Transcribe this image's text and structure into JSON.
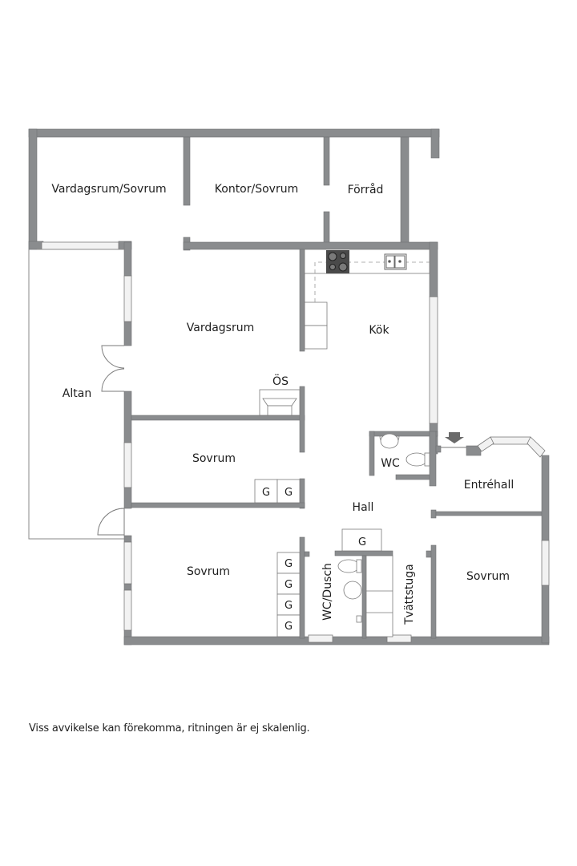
{
  "colors": {
    "wall": "#8a8c8e",
    "wall_stroke": "#6f7173",
    "line": "#7a7a7a",
    "window": "#e9e9e9",
    "stove": "#4a4a4a",
    "text": "#1e1e1e"
  },
  "rooms": [
    {
      "id": "vardagsrum-sovrum",
      "label": "Vardagsrum/Sovrum"
    },
    {
      "id": "kontor-sovrum",
      "label": "Kontor/Sovrum"
    },
    {
      "id": "forrad",
      "label": "Förråd"
    },
    {
      "id": "vardagsrum",
      "label": "Vardagsrum"
    },
    {
      "id": "kok",
      "label": "Kök"
    },
    {
      "id": "altan",
      "label": "Altan"
    },
    {
      "id": "os",
      "label": "ÖS"
    },
    {
      "id": "sovrum-1",
      "label": "Sovrum"
    },
    {
      "id": "wc",
      "label": "WC"
    },
    {
      "id": "entrehall",
      "label": "Entréhall"
    },
    {
      "id": "hall",
      "label": "Hall"
    },
    {
      "id": "sovrum-2",
      "label": "Sovrum"
    },
    {
      "id": "wc-dusch",
      "label": "WC/Dusch"
    },
    {
      "id": "tvattstuga",
      "label": "Tvättstuga"
    },
    {
      "id": "sovrum-3",
      "label": "Sovrum"
    }
  ],
  "wardrobes": {
    "label": "G",
    "sovrum1": [
      "G",
      "G"
    ],
    "hall": [
      "G"
    ],
    "sovrum2": [
      "G",
      "G",
      "G",
      "G"
    ]
  },
  "disclaimer": "Viss avvikelse kan förekomma, ritningen är ej skalenlig."
}
